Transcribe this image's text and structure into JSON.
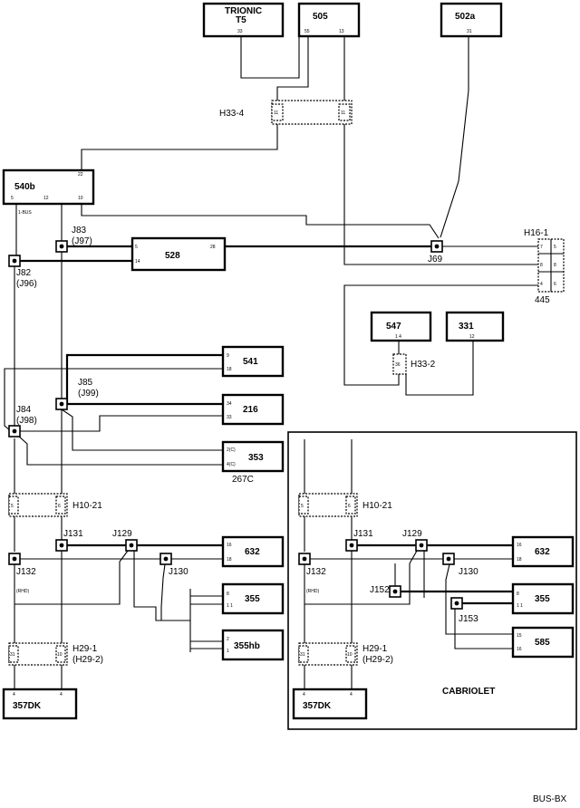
{
  "modules": {
    "trionic": {
      "line1": "TRIONIC",
      "line2": "T5",
      "pin": "33"
    },
    "m505": {
      "label": "505",
      "pin_a": "55",
      "pin_b": "13"
    },
    "m502a": {
      "label": "502a",
      "pin": "31"
    },
    "m540b": {
      "label": "540b",
      "pin_top": "22",
      "pin_a": "5",
      "pin_b": "12",
      "pin_c": "10"
    },
    "m528": {
      "label": "528",
      "pin_a": "5",
      "pin_b": "14",
      "pin_c": "28"
    },
    "m547": {
      "label": "547",
      "pin": "1 4"
    },
    "m331": {
      "label": "331",
      "pin": "12"
    },
    "m541": {
      "label": "541",
      "pin_a": "9",
      "pin_b": "18"
    },
    "m216": {
      "label": "216",
      "pin_a": "34",
      "pin_b": "33"
    },
    "m353": {
      "label": "353",
      "pin_a": "2(C)",
      "pin_b": "4(C)"
    },
    "m632_left": {
      "label": "632",
      "pin_a": "16",
      "pin_b": "18"
    },
    "m355_left": {
      "label": "355",
      "pin_a": "8",
      "pin_b": "1 1"
    },
    "m355hb": {
      "label": "355hb",
      "pin_a": "2",
      "pin_b": "1"
    },
    "m357dk_left": {
      "label": "357DK",
      "pin_a": "4",
      "pin_b": "4"
    },
    "m632_right": {
      "label": "632",
      "pin_a": "16",
      "pin_b": "18"
    },
    "m355_right": {
      "label": "355",
      "pin_a": "8",
      "pin_b": "1 1"
    },
    "m585": {
      "label": "585",
      "pin_a": "15",
      "pin_b": "16"
    },
    "m357dk_right": {
      "label": "357DK",
      "pin_a": "4",
      "pin_b": "4"
    }
  },
  "connectors": {
    "h33_4": {
      "label": "H33-4",
      "pin_a": "11",
      "pin_b": "11"
    },
    "h16_1": {
      "label": "H16-1",
      "pins": [
        "7",
        "5",
        "8",
        "8",
        "4",
        "6"
      ]
    },
    "h33_2": {
      "label": "H33-2",
      "pin": "36"
    },
    "h10_21_left": {
      "label": "H10-21",
      "pin_a": "5",
      "pin_b": "6"
    },
    "h29_1_left": {
      "label_1": "H29-1",
      "label_2": "(H29-2)",
      "pin_a": "31",
      "pin_b": "10"
    },
    "h10_21_right": {
      "label": "H10-21",
      "pin_a": "5",
      "pin_b": "6"
    },
    "h29_1_right": {
      "label_1": "H29-1",
      "label_2": "(H29-2)",
      "pin_a": "31",
      "pin_b": "10"
    }
  },
  "splices": {
    "j83": {
      "line1": "J83",
      "line2": "(J97)"
    },
    "j82": {
      "line1": "J82",
      "line2": "(J96)"
    },
    "j69": {
      "label": "J69"
    },
    "j85": {
      "line1": "J85",
      "line2": "(J99)"
    },
    "j84": {
      "line1": "J84",
      "line2": "(J98)"
    },
    "j131_left": {
      "label": "J131"
    },
    "j129_left": {
      "label": "J129"
    },
    "j132_left": {
      "label": "J132"
    },
    "j130_left": {
      "label": "J130"
    },
    "j131_right": {
      "label": "J131"
    },
    "j129_right": {
      "label": "J129"
    },
    "j132_right": {
      "label": "J132"
    },
    "j130_right": {
      "label": "J130"
    },
    "j152": {
      "label": "J152"
    },
    "j153": {
      "label": "J153"
    }
  },
  "annotations": {
    "ground_445": "445",
    "code_267c": "267C",
    "wire_note_540b": "1-BUS",
    "rhd_left": "(RHD)",
    "rhd_right": "(RHD)",
    "cabriolet": "CABRIOLET",
    "figure_code": "BUS-BX"
  }
}
